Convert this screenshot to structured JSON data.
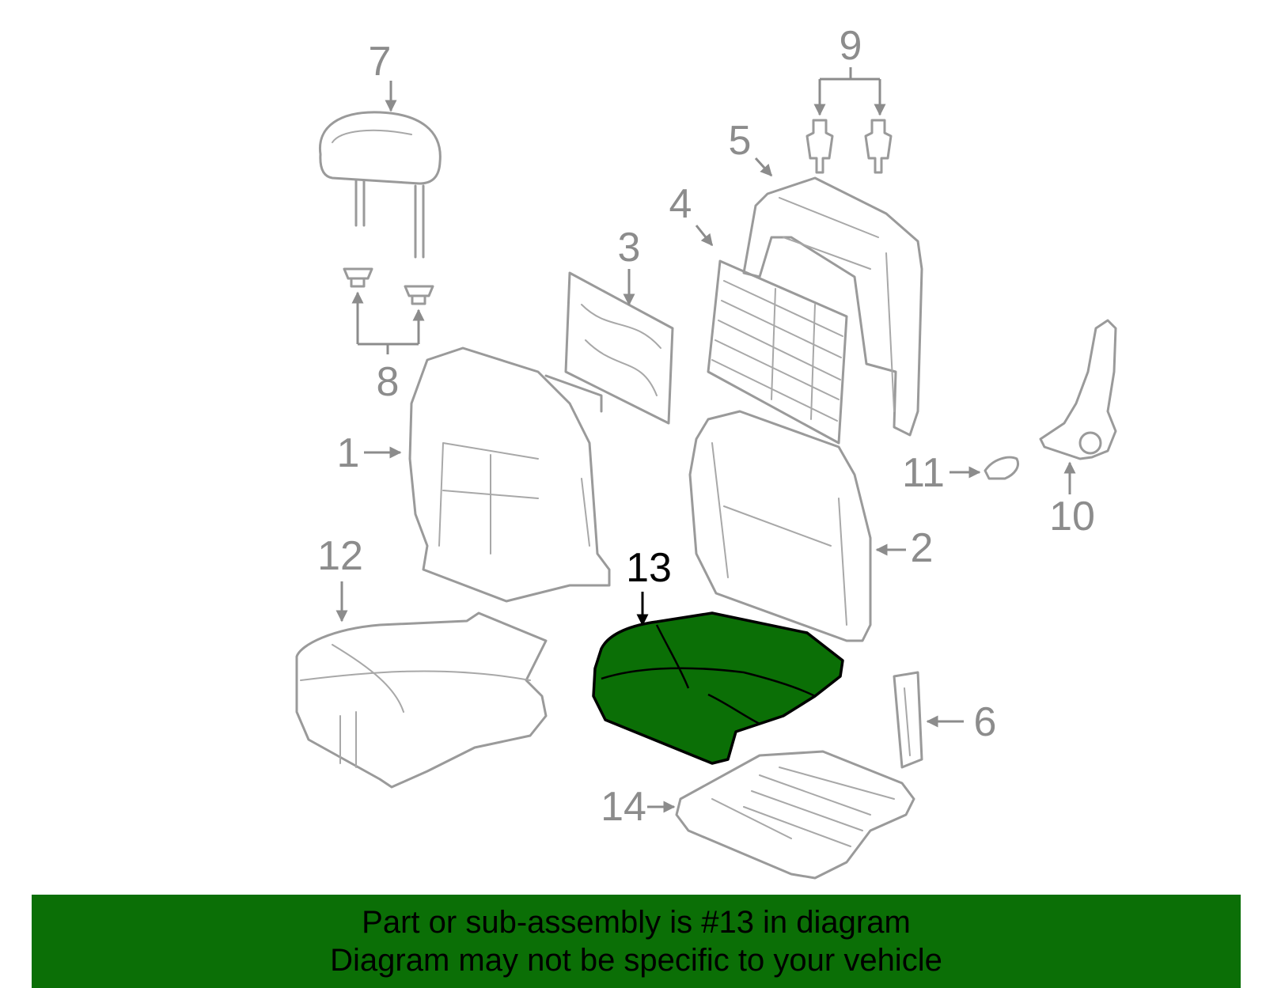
{
  "diagram": {
    "highlight_color": "#0b6f06",
    "callouts": [
      "1",
      "2",
      "3",
      "4",
      "5",
      "6",
      "7",
      "8",
      "9",
      "10",
      "11",
      "12",
      "13",
      "14"
    ],
    "highlighted_callout": "13"
  },
  "banner": {
    "line1": "Part or sub-assembly is #13 in diagram",
    "line2": "Diagram may not be specific to your vehicle"
  }
}
